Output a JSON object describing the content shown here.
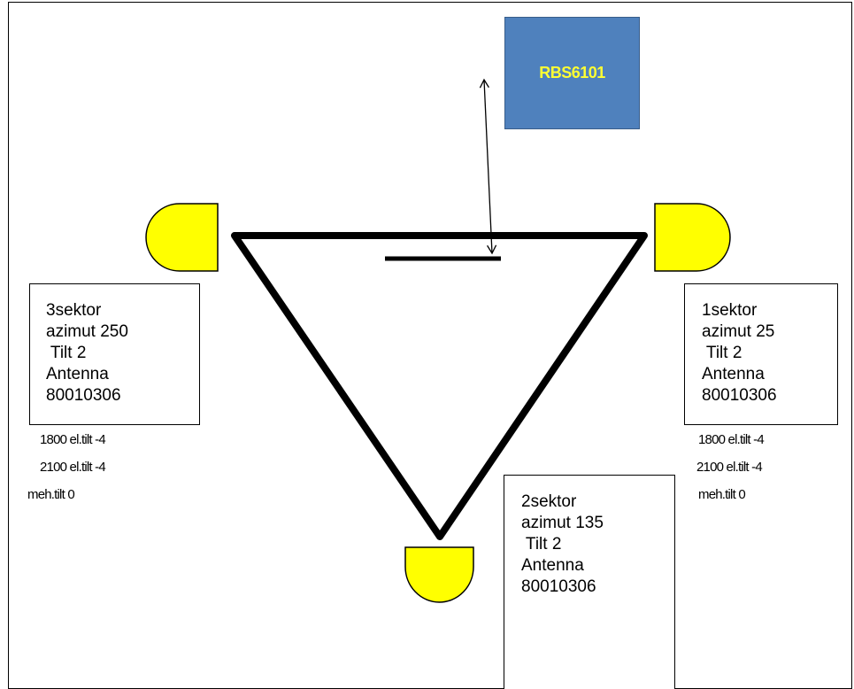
{
  "rbs": {
    "label": "RBS6101",
    "fill": "#4f81bd",
    "text_color": "#ffff33"
  },
  "antenna_color": "#ffff00",
  "sectors": [
    {
      "id": "3",
      "box_lines": [
        "3sektor",
        "azimut 250",
        " Tilt 2",
        "Antenna",
        "80010306"
      ],
      "extra_lines": [
        "1800 el.tilt -4",
        "2100 el.tilt -4",
        "meh.tilt 0"
      ]
    },
    {
      "id": "1",
      "box_lines": [
        "1sektor",
        "azimut 25",
        " Tilt 2",
        "Antenna",
        "80010306"
      ],
      "extra_lines": [
        "1800 el.tilt -4",
        "2100 el.tilt -4",
        "meh.tilt 0"
      ]
    },
    {
      "id": "2",
      "box_lines": [
        "2sektor",
        "azimut 135",
        " Tilt 2",
        "Antenna",
        "80010306"
      ],
      "extra_lines": []
    }
  ]
}
